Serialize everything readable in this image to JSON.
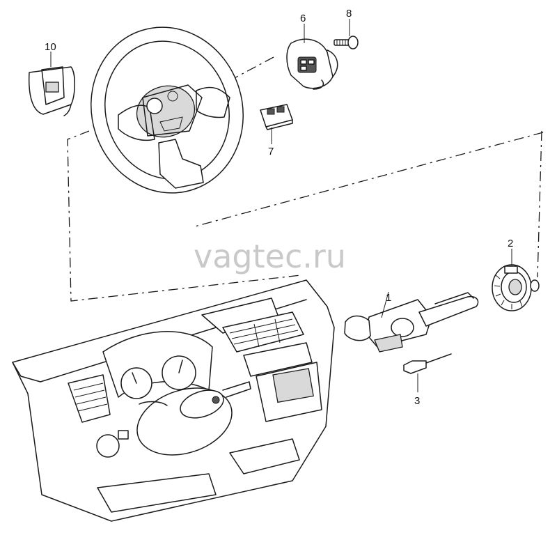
{
  "watermark": "vagtec.ru",
  "parts": {
    "p1": "1",
    "p2": "2",
    "p3": "3",
    "p6": "6",
    "p7": "7",
    "p8": "8",
    "p10": "10"
  }
}
